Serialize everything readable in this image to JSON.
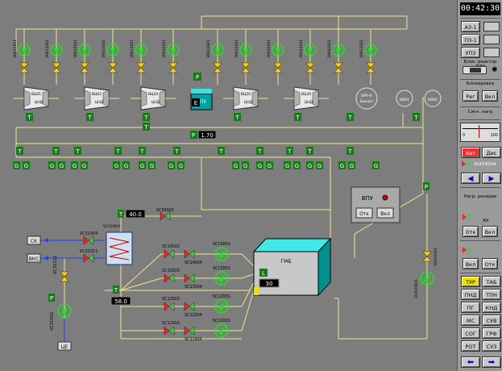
{
  "clock": "00:42:30",
  "panel": {
    "buttons_top": [
      "АЗ-1",
      "ПЗ-1",
      "УПЗ"
    ],
    "label_power": "Блок. реактор ПЭУ",
    "label_block": "Блокировка",
    "block_on": "Рег",
    "block_off": "Вкл",
    "label_signal": "Сигн. нагр",
    "scale_min": "0",
    "scale_max": "100",
    "auto": "Авт",
    "dist": "Дис",
    "valve_code": "SULT4S04",
    "label_pump": "Нагр. резерва",
    "ku": "КУ",
    "otk": "Отк",
    "vkl": "Вкл",
    "vkl2": "Вкл",
    "otk2": "Отк",
    "grid": [
      "ТУР",
      "ТАБ",
      "ПНД",
      "ТПН",
      "ПГ",
      "КНД",
      "МС",
      "СУВ",
      "СОГ",
      "ГРФ",
      "РОТ",
      "СУЗ"
    ],
    "colors": {
      "active": "#f0e000",
      "auto_active": "#ff2b2b",
      "arrow": "#0000cc"
    }
  },
  "scheme": {
    "top_valves": [
      "3RA10S01",
      "3RA11S01",
      "3RA12S01",
      "3RA20S01",
      "3RA21S01",
      "3RA30S01",
      "3RA31S01",
      "3RA32S01",
      "3RA40S01",
      "3RA41S01",
      "3RA42S01",
      "3RA51S01"
    ],
    "turbine_labels": [
      "ВЦ01",
      "ВЦ02",
      "ВЦ10",
      "ВЦ20",
      "ВЦ30"
    ],
    "turbine_sub": [
      "ЦНД",
      "ЦНД",
      "ЦНД",
      "ЦНД",
      "ЦНД"
    ],
    "vpu": "ВПУ",
    "vpu_e": "E",
    "p_label": "P",
    "t_label": "T",
    "g_label": "G",
    "pressure": "1.70",
    "bru": "БРУ-К",
    "bru_sub": "Выхлоп",
    "condensers": [
      "КВ01",
      "КВ02"
    ],
    "temp1": "40.0",
    "temp2": "58.0",
    "valve_sc59": "SC59S01",
    "heater": "SC41W01",
    "valve_vc31s04": "VC31S04",
    "valve_vc31s11": "VC31S11",
    "valve_vc31s13": "VC31S13",
    "pump_vc31d01": "VC31D01",
    "out_sk": "СК",
    "out_vks": "ВКС",
    "tank_bottom": "ЦЕ",
    "sc14s03": "SC14S03",
    "sc14s04": "SC14S04",
    "sc14d01": "SC14D01",
    "sc13s03": "SC13S03",
    "sc13s04": "SC13S04",
    "sc13d01": "SC13D01",
    "sc12s03": "SC12S03",
    "sc12s04": "SC12S04",
    "sc12d01": "SC12D01",
    "sc11s03": "SC11S03",
    "sc11s04": "SC11S04",
    "sc11d01": "SC11D01",
    "gmb": "ГМБ",
    "gmb_l": "L",
    "gmb_level": "30",
    "vpu_box_title": "ВПУ",
    "vpu_box_off": "Отк",
    "vpu_box_on": "Вкл",
    "right_valve": "3RV00S01",
    "right_pump": "3СХ00D01"
  }
}
